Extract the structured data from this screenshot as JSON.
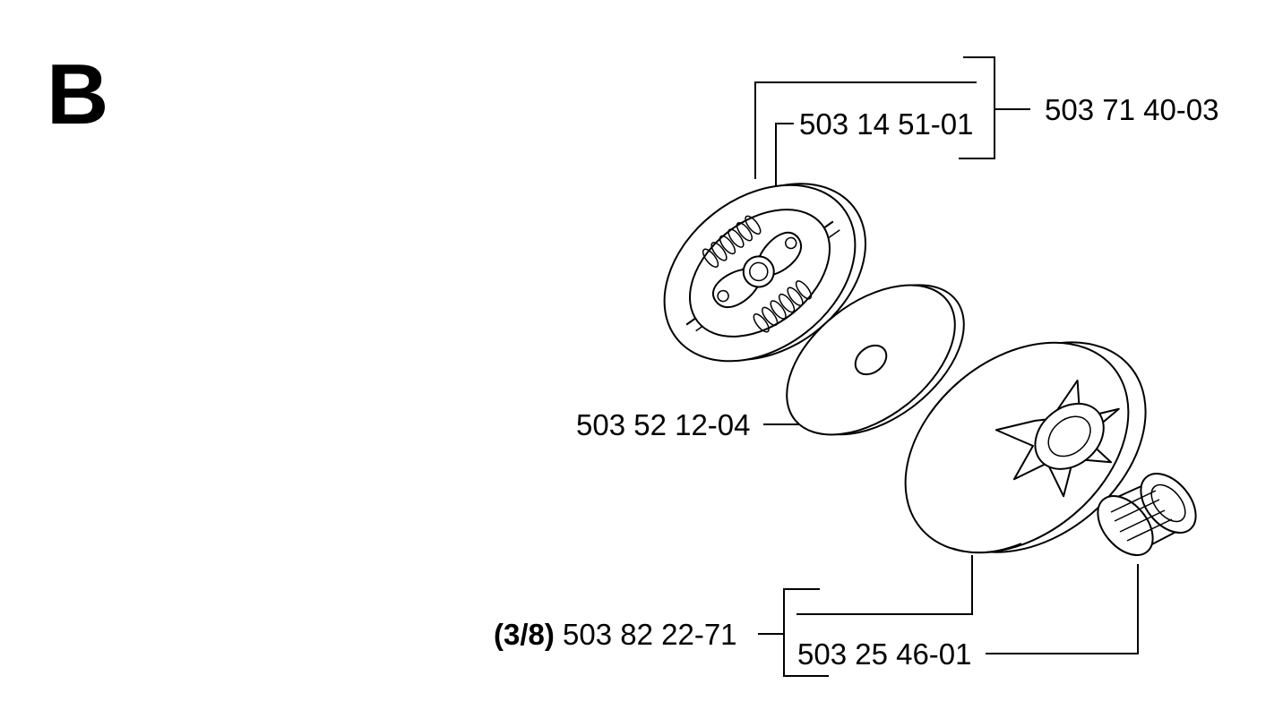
{
  "section": "B",
  "parts": {
    "clutch_assembly": {
      "number": "503 71 40-03"
    },
    "clutch_spring": {
      "number": "503 14 51-01"
    },
    "washer": {
      "number": "503 52 12-04"
    },
    "clutch_drum": {
      "pitch": "(3/8)",
      "number": "503 82 22-71"
    },
    "needle_bearing": {
      "number": "503 25 46-01"
    }
  },
  "icons": [
    "clutch-shoes-icon",
    "washer-icon",
    "clutch-drum-icon",
    "needle-bearing-icon"
  ]
}
